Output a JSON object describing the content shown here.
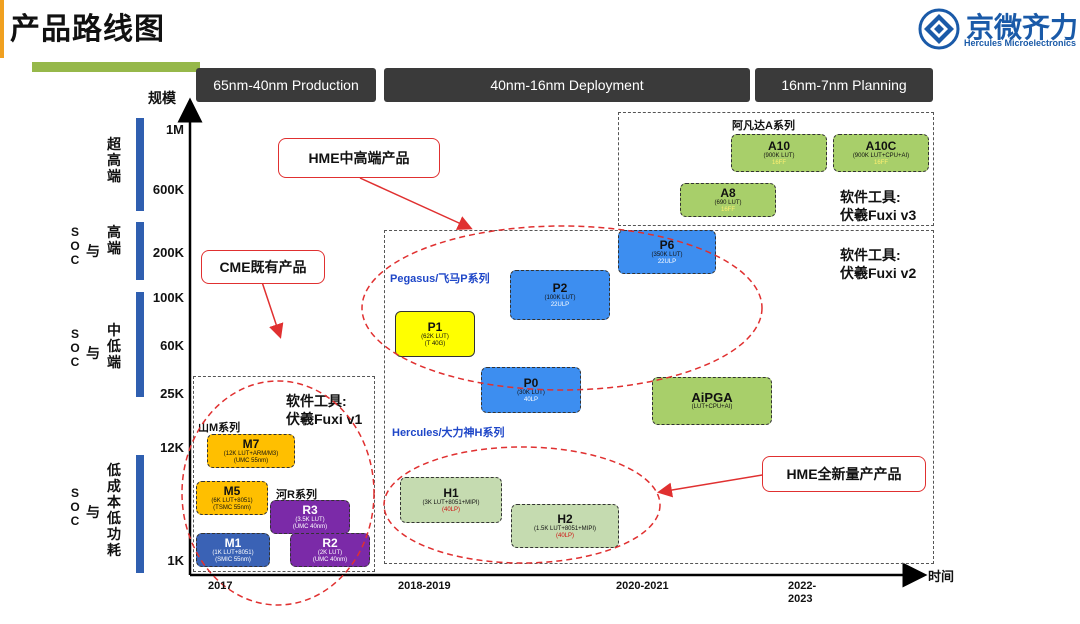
{
  "title": "产品路线图",
  "logo": {
    "name": "京微齐力",
    "sub": "Hercules  Microelectronics",
    "icon": "diamond-logo-icon"
  },
  "phases": [
    {
      "label": "65nm-40nm Production"
    },
    {
      "label": "40nm-16nm Deployment"
    },
    {
      "label": "16nm-7nm Planning"
    }
  ],
  "y_axis": {
    "label": "规模",
    "ticks": [
      "1M",
      "600K",
      "200K",
      "100K",
      "60K",
      "25K",
      "12K",
      "1K"
    ]
  },
  "x_axis": {
    "label": "时间",
    "ticks": [
      "2017",
      "2018-2019",
      "2020-2021",
      "2022-\n2023"
    ]
  },
  "categories": [
    {
      "name": "超高端",
      "soc": false
    },
    {
      "name": "高端",
      "soc": true
    },
    {
      "name": "中低端",
      "soc": true
    },
    {
      "name": "低成本低功耗",
      "soc": true
    }
  ],
  "soc_text": {
    "s": "S",
    "o": "O",
    "c": "C",
    "yu": "与"
  },
  "sections": {
    "a_series": "阿凡达A系列",
    "tool_v3_line1": "软件工具:",
    "tool_v3_line2": "伏羲Fuxi v3",
    "tool_v2_line1": "软件工具:",
    "tool_v2_line2": "伏羲Fuxi v2",
    "tool_v1_line1": "软件工具:",
    "tool_v1_line2": "伏羲Fuxi v1",
    "pegasus": "Pegasus/飞马P系列",
    "hercules": "Hercules/大力神H系列",
    "shan_m": "山M系列",
    "he_r": "河R系列"
  },
  "callouts": {
    "hme_high": "HME中高端产品",
    "cme": "CME既有产品",
    "hme_new": "HME全新量产产品"
  },
  "chips": [
    {
      "id": "a10",
      "name": "A10",
      "desc": "(900K LUT)",
      "proc": "16FF"
    },
    {
      "id": "a10c",
      "name": "A10C",
      "desc": "(900K LUT+CPU+AI)",
      "proc": "16FF"
    },
    {
      "id": "a8",
      "name": "A8",
      "desc": "(690 LUT)",
      "proc": "16FF"
    },
    {
      "id": "p6",
      "name": "P6",
      "desc": "(350K LUT)",
      "proc": "22ULP"
    },
    {
      "id": "p2",
      "name": "P2",
      "desc": "(100K LUT)",
      "proc": "22ULP"
    },
    {
      "id": "p1",
      "name": "P1",
      "desc": "(62K LUT)",
      "proc": "(T 40G)"
    },
    {
      "id": "p0",
      "name": "P0",
      "desc": "(30K LUT)",
      "proc": "40LP"
    },
    {
      "id": "aipga",
      "name": "AiPGA",
      "desc": "(LUT+CPU+AI)",
      "proc": ""
    },
    {
      "id": "h1",
      "name": "H1",
      "desc": "(3K LUT+8051+MIPI)",
      "proc": "(40LP)"
    },
    {
      "id": "h2",
      "name": "H2",
      "desc": "(1.5K LUT+8051+MIPI)",
      "proc": "(40LP)"
    },
    {
      "id": "m7",
      "name": "M7",
      "desc": "(12K LUT+ARM/M3)",
      "proc": "(UMC 55nm)"
    },
    {
      "id": "m5",
      "name": "M5",
      "desc": "(6K LUT+8051)",
      "proc": "(TSMC 55nm)"
    },
    {
      "id": "r3",
      "name": "R3",
      "desc": "(3.5K LUT)",
      "proc": "(UMC 40nm)"
    },
    {
      "id": "m1",
      "name": "M1",
      "desc": "(1K LUT+8051)",
      "proc": "(SMIC 55nm)"
    },
    {
      "id": "r2",
      "name": "R2",
      "desc": "(2K LUT)",
      "proc": "(UMC 40nm)"
    }
  ],
  "colors": {
    "blue": "#3d8ef0",
    "green": "#a8cf6a",
    "yellow": "#ffff00",
    "purple": "#7b2aa8",
    "orange": "#ffbf00",
    "navy": "#3a62b5",
    "sage": "#c5dbb0",
    "red": "#e03030",
    "accent": "#96b84a"
  }
}
